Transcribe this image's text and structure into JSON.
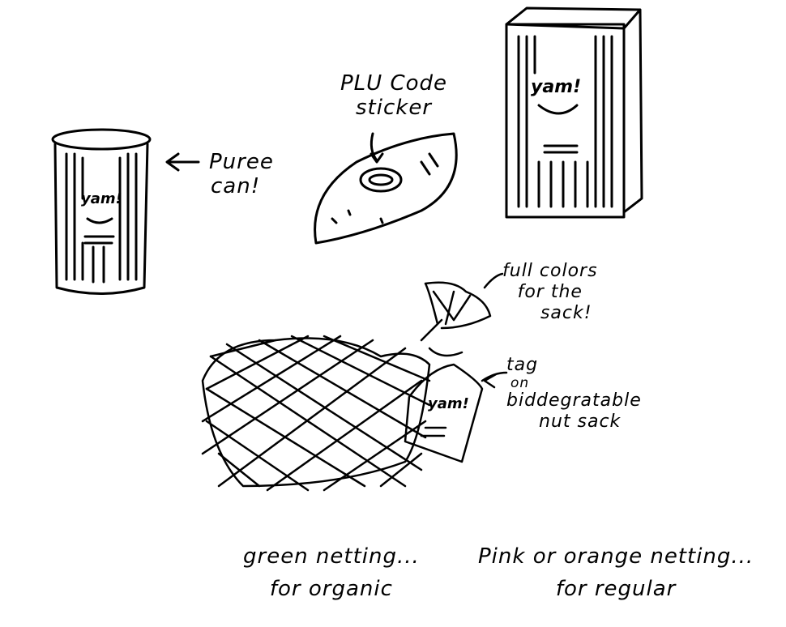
{
  "labels": {
    "plu": [
      "PLU Code",
      "sticker"
    ],
    "puree": [
      "Puree",
      "can!"
    ],
    "colors": [
      "full colors",
      "for the",
      "sack!"
    ],
    "tag": [
      "tag",
      "on",
      "biddegratable",
      "nut sack"
    ],
    "green": [
      "green netting...",
      "for organic"
    ],
    "pink": [
      "Pink or orange netting...",
      "for regular"
    ]
  },
  "brand": "yam!"
}
